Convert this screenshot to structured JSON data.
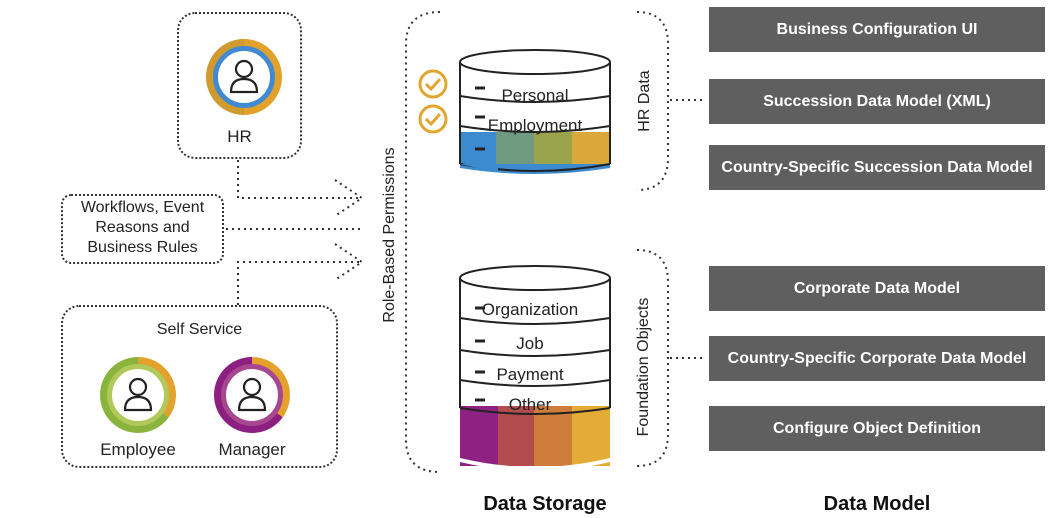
{
  "roles": {
    "hr_label": "HR",
    "workflows_label_lines": [
      "Workflows, Event",
      "Reasons and",
      "Business Rules"
    ],
    "self_service_label": "Self Service",
    "employee_label": "Employee",
    "manager_label": "Manager"
  },
  "permissions_label": "Role-Based Permissions",
  "storage": {
    "hr_group_label": "HR Data",
    "hr_rows": [
      "Personal",
      "Employment"
    ],
    "hr_colors": [
      "#3c8bd0",
      "#6f9a7f",
      "#9aa44d",
      "#d9a73a"
    ],
    "foundation_group_label": "Foundation Objects",
    "foundation_rows": [
      "Organization",
      "Job",
      "Payment",
      "Other"
    ],
    "foundation_colors": [
      "#8e2182",
      "#b24c4f",
      "#cd7c39",
      "#e3ac36"
    ],
    "footer": "Data Storage"
  },
  "model": {
    "buttons": [
      "Business Configuration UI",
      "Succession Data Model (XML)",
      "Country-Specific Succession Data Model",
      "Corporate Data Model",
      "Country-Specific Corporate Data Model",
      "Configure Object Definition"
    ],
    "footer": "Data Model"
  },
  "colors": {
    "check": "#e1a62f",
    "hr_ring": [
      "#e2a12a",
      "#3f8ad2"
    ],
    "employee_ring": [
      "#8bb43c",
      "#e2a22d"
    ],
    "manager_ring": [
      "#8d1f80",
      "#e4a12b"
    ],
    "button_bg": "#5f5f5f"
  },
  "icons": [
    "person-icon",
    "check-icon",
    "arrow-icon",
    "database-icon"
  ]
}
